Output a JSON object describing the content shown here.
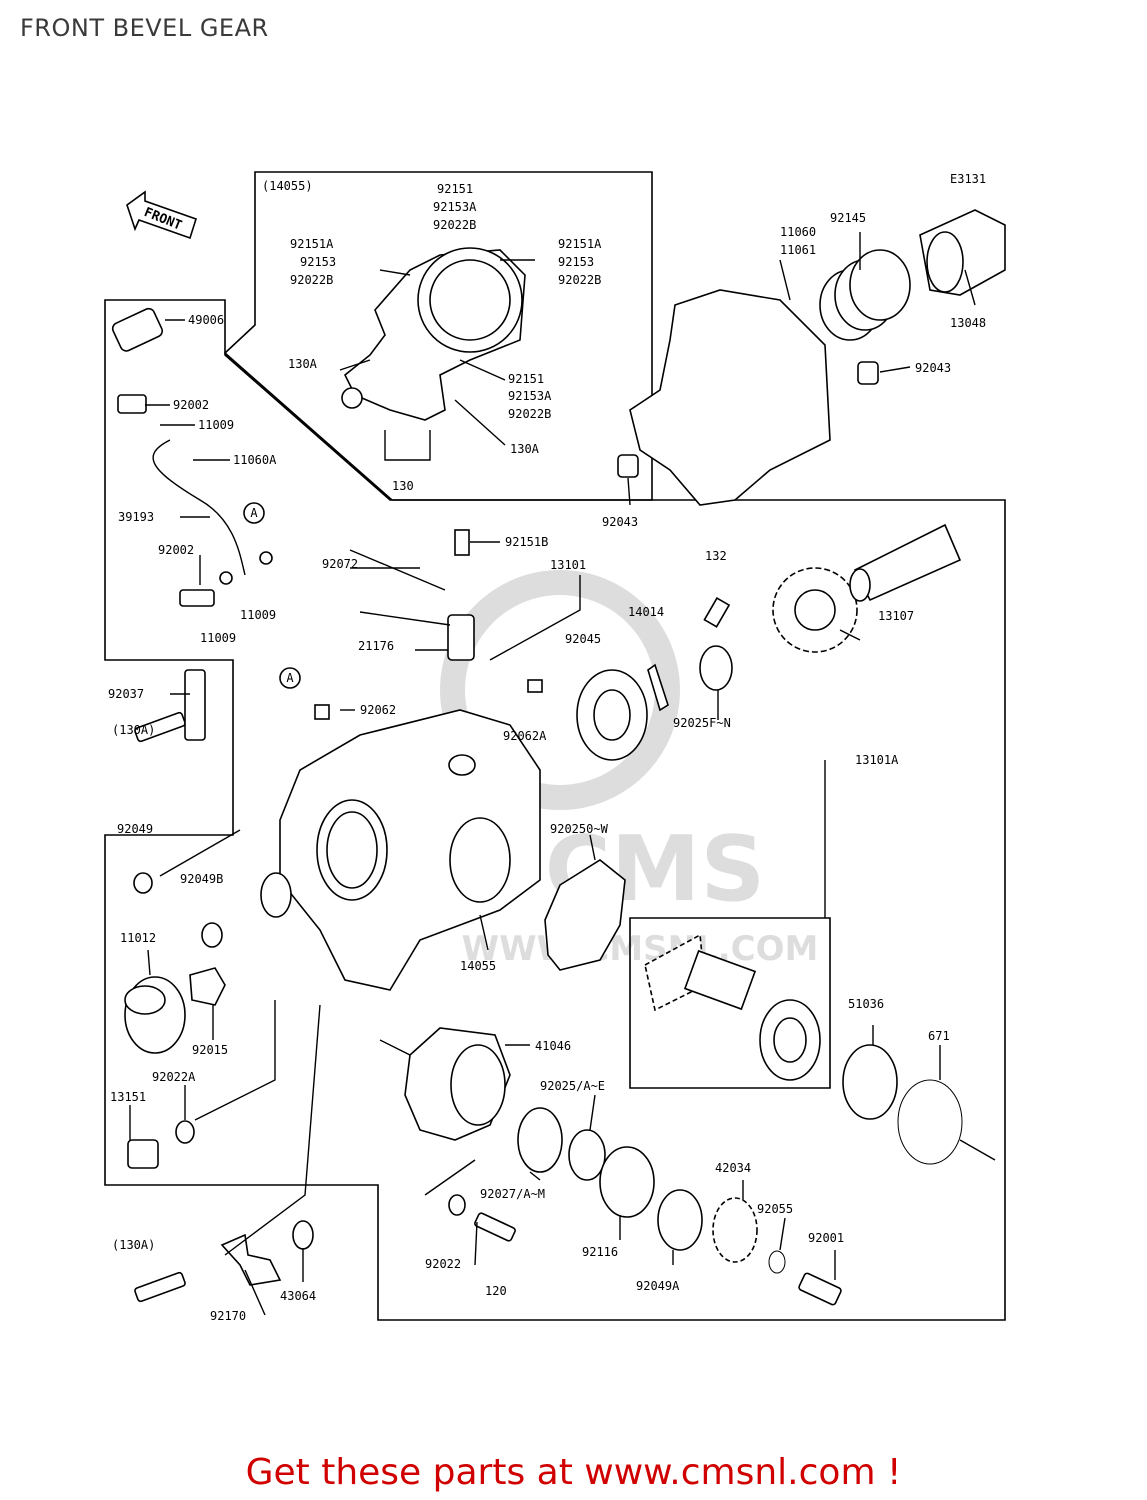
{
  "title": "FRONT BEVEL GEAR",
  "diagram_code": "E3131",
  "front_arrow": "FRONT",
  "watermark": "CMS",
  "watermark_url": "WWW.CMSNL.COM",
  "footer_cta": "Get these parts at www.cmsnl.com !",
  "callouts": [
    {
      "id": "l1",
      "text": "(14055)"
    },
    {
      "id": "l2",
      "text": "92151"
    },
    {
      "id": "l3",
      "text": "92153A"
    },
    {
      "id": "l4",
      "text": "92022B"
    },
    {
      "id": "l5",
      "text": "92151A"
    },
    {
      "id": "l6",
      "text": "92153"
    },
    {
      "id": "l7",
      "text": "92022B"
    },
    {
      "id": "l8",
      "text": "92151A"
    },
    {
      "id": "l9",
      "text": "92153"
    },
    {
      "id": "l10",
      "text": "92022B"
    },
    {
      "id": "l11",
      "text": "130A"
    },
    {
      "id": "l12",
      "text": "92151"
    },
    {
      "id": "l13",
      "text": "92153A"
    },
    {
      "id": "l14",
      "text": "92022B"
    },
    {
      "id": "l15",
      "text": "130A"
    },
    {
      "id": "l16",
      "text": "130"
    },
    {
      "id": "l17",
      "text": "11060"
    },
    {
      "id": "l18",
      "text": "11061"
    },
    {
      "id": "l19",
      "text": "92145"
    },
    {
      "id": "l20",
      "text": "13048"
    },
    {
      "id": "l21",
      "text": "92043"
    },
    {
      "id": "l22",
      "text": "92043"
    },
    {
      "id": "l23",
      "text": "49006"
    },
    {
      "id": "l24",
      "text": "92002"
    },
    {
      "id": "l25",
      "text": "11009"
    },
    {
      "id": "l26",
      "text": "11060A"
    },
    {
      "id": "l27",
      "text": "39193"
    },
    {
      "id": "l28",
      "text": "92002"
    },
    {
      "id": "l29",
      "text": "11009"
    },
    {
      "id": "l30",
      "text": "11009"
    },
    {
      "id": "l31",
      "text": "92072"
    },
    {
      "id": "l32",
      "text": "92151B"
    },
    {
      "id": "l33",
      "text": "13101"
    },
    {
      "id": "l34",
      "text": "132"
    },
    {
      "id": "l35",
      "text": "14014"
    },
    {
      "id": "l36",
      "text": "13107"
    },
    {
      "id": "l37",
      "text": "21176"
    },
    {
      "id": "l38",
      "text": "92045"
    },
    {
      "id": "l39",
      "text": "92025F~N"
    },
    {
      "id": "l40",
      "text": "92037"
    },
    {
      "id": "l41",
      "text": "(130A)"
    },
    {
      "id": "l42",
      "text": "92062"
    },
    {
      "id": "l43",
      "text": "92062A"
    },
    {
      "id": "l44",
      "text": "13101A"
    },
    {
      "id": "l45",
      "text": "92049"
    },
    {
      "id": "l46",
      "text": "92049B"
    },
    {
      "id": "l47",
      "text": "920250~W"
    },
    {
      "id": "l48",
      "text": "11012"
    },
    {
      "id": "l49",
      "text": "14055"
    },
    {
      "id": "l50",
      "text": "92015"
    },
    {
      "id": "l51",
      "text": "41046"
    },
    {
      "id": "l52",
      "text": "51036"
    },
    {
      "id": "l53",
      "text": "671"
    },
    {
      "id": "l54",
      "text": "92022A"
    },
    {
      "id": "l55",
      "text": "13151"
    },
    {
      "id": "l56",
      "text": "92025/A~E"
    },
    {
      "id": "l57",
      "text": "92027/A~M"
    },
    {
      "id": "l58",
      "text": "42034"
    },
    {
      "id": "l59",
      "text": "92055"
    },
    {
      "id": "l60",
      "text": "92001"
    },
    {
      "id": "l61",
      "text": "(130A)"
    },
    {
      "id": "l62",
      "text": "43064"
    },
    {
      "id": "l63",
      "text": "92170"
    },
    {
      "id": "l64",
      "text": "92022"
    },
    {
      "id": "l65",
      "text": "120"
    },
    {
      "id": "l66",
      "text": "92116"
    },
    {
      "id": "l67",
      "text": "92049A"
    }
  ],
  "markers": [
    {
      "id": "m1",
      "text": "A"
    },
    {
      "id": "m2",
      "text": "A"
    }
  ]
}
